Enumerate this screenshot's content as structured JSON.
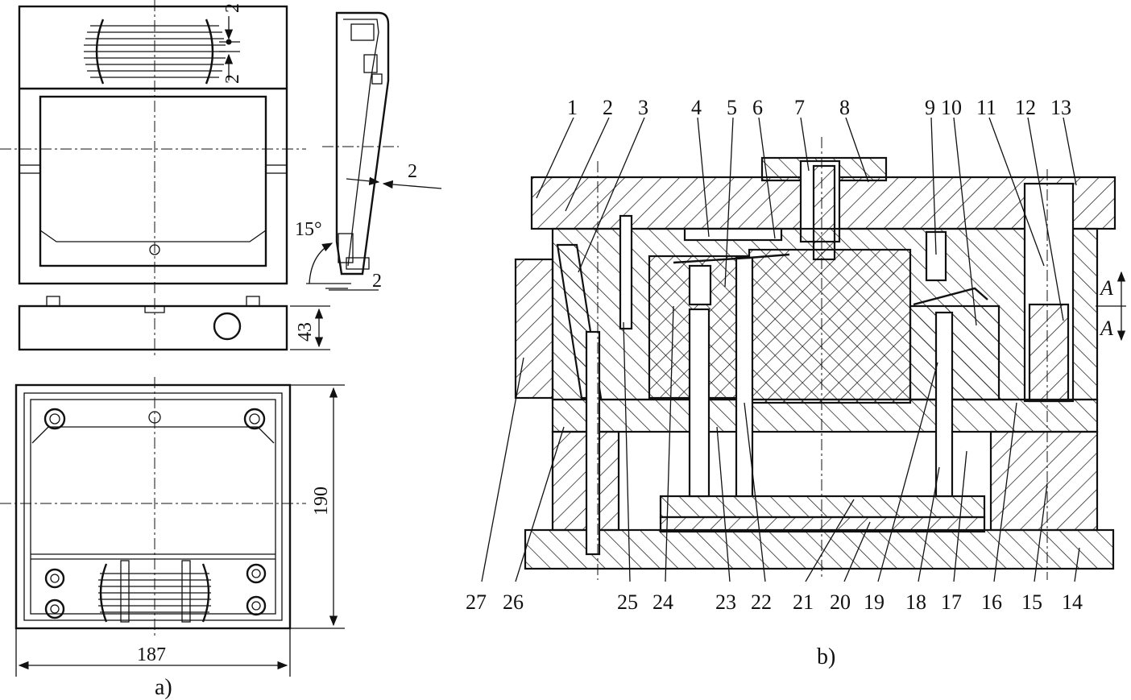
{
  "view_a": {
    "caption": "a)",
    "dims": {
      "rib_gap_top": "2",
      "rib_gap_bottom": "2",
      "wall": "2",
      "angle": "15°",
      "lip": "2",
      "height": "43",
      "depth": "190",
      "width": "187"
    }
  },
  "view_b": {
    "caption": "b)",
    "section_mark": "A",
    "top_labels": [
      "1",
      "2",
      "3",
      "4",
      "5",
      "6",
      "7",
      "8",
      "9",
      "10",
      "11",
      "12",
      "13"
    ],
    "bottom_labels": [
      "27",
      "26",
      "25",
      "24",
      "23",
      "22",
      "21",
      "20",
      "19",
      "18",
      "17",
      "16",
      "15",
      "14"
    ]
  }
}
